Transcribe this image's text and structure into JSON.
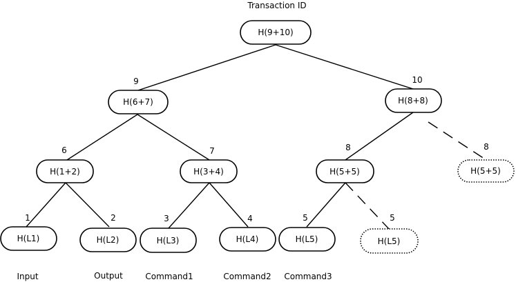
{
  "title": "Transaction ID",
  "nodes": {
    "root": "H(9+10)",
    "n9": "H(6+7)",
    "n10": "H(8+8)",
    "n6": "H(1+2)",
    "n7": "H(3+4)",
    "n8": "H(5+5)",
    "n8dup": "H(5+5)",
    "l1": "H(L1)",
    "l2": "H(L2)",
    "l3": "H(L3)",
    "l4": "H(L4)",
    "l5": "H(L5)",
    "l5dup": "H(L5)"
  },
  "numbers": {
    "n9": "9",
    "n10": "10",
    "n6": "6",
    "n7": "7",
    "n8": "8",
    "n8dup": "8",
    "l1": "1",
    "l2": "2",
    "l3": "3",
    "l4": "4",
    "l5": "5",
    "l5dup": "5"
  },
  "leaf_labels": {
    "l1": "Input",
    "l2": "Output",
    "l3": "Command1",
    "l4": "Command2",
    "l5": "Command3"
  }
}
